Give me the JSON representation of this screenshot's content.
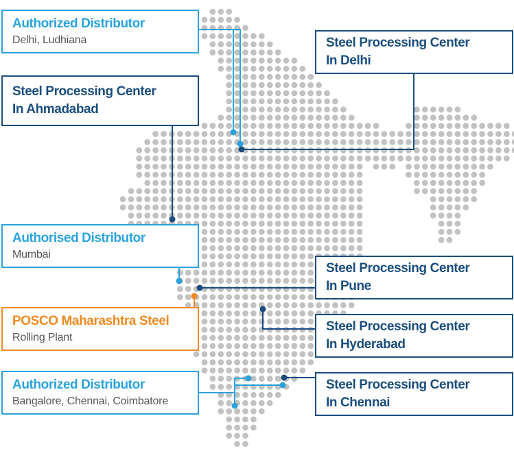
{
  "colors": {
    "dot": "#c2c2c2",
    "navy": "#1b4e7e",
    "cyan": "#2aa3dc",
    "orange": "#ef8b21"
  },
  "locations": {
    "dist_delhi": {
      "title": "Authorized Distributor",
      "subtitle": "Delhi, Ludhiana",
      "kind": "distributor"
    },
    "spc_delhi": {
      "title_line1": "Steel Processing Center",
      "title_line2": "In Delhi",
      "kind": "processing-center"
    },
    "spc_ahmadabad": {
      "title_line1": "Steel Processing Center",
      "title_line2": "In Ahmadabad",
      "kind": "processing-center"
    },
    "dist_mumbai": {
      "title": "Authorised Distributor",
      "subtitle": "Mumbai",
      "kind": "distributor"
    },
    "spc_pune": {
      "title_line1": "Steel Processing Center",
      "title_line2": "In Pune",
      "kind": "processing-center"
    },
    "posco_maharashtra": {
      "title": "POSCO Maharashtra Steel",
      "subtitle": "Rolling Plant",
      "kind": "plant"
    },
    "spc_hyderabad": {
      "title_line1": "Steel Processing Center",
      "title_line2": "In Hyderabad",
      "kind": "processing-center"
    },
    "dist_south": {
      "title": "Authorized Distributor",
      "subtitle": "Bangalore, Chennai, Coimbatore",
      "kind": "distributor"
    },
    "spc_chennai": {
      "title_line1": "Steel Processing Center",
      "title_line2": "In Chennai",
      "kind": "processing-center"
    }
  }
}
